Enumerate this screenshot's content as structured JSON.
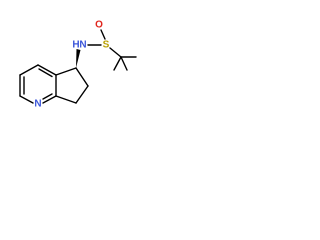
{
  "molecule": {
    "atoms": {
      "pyridine_n": {
        "symbol": "N",
        "color": "#3b56d9"
      },
      "amine_n": {
        "symbol": "N",
        "color": "#3b56d9"
      },
      "amine_h": {
        "symbol": "H",
        "color": "#3b56d9"
      },
      "sulfur": {
        "symbol": "S",
        "color": "#b8a000"
      },
      "oxygen": {
        "symbol": "O",
        "color": "#e0251c"
      }
    },
    "stereo_wedge_color": "#000000",
    "bond_color": "#000000"
  }
}
